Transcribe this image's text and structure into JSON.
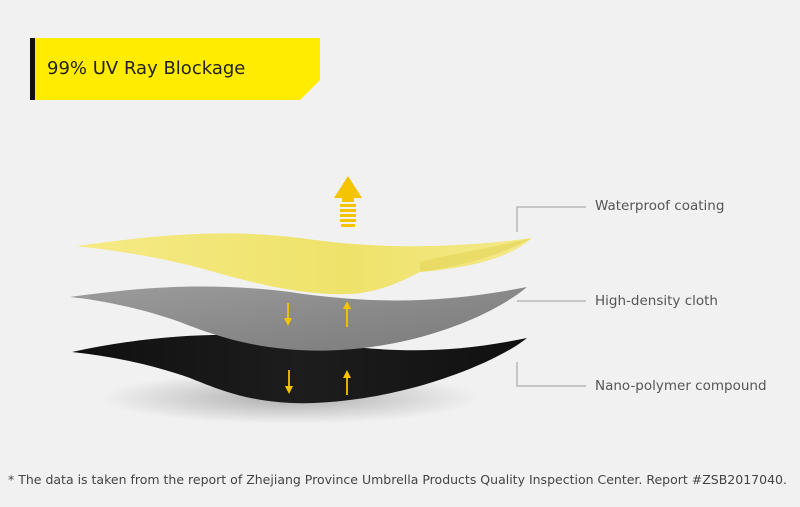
{
  "banner": {
    "title": "99% UV Ray Blockage",
    "accent_color": "#ffec00",
    "bar_color": "#111111"
  },
  "layers": [
    {
      "label": "Waterproof coating",
      "color": "#f1e56a"
    },
    {
      "label": "High-density cloth",
      "color": "#8a8a8a"
    },
    {
      "label": "Nano-polymer compound",
      "color": "#151515"
    }
  ],
  "arrows": {
    "large_arrow_color": "#f5c400",
    "small_arrow_color": "#f5c400",
    "icon": "arrow-up-icon"
  },
  "footnote": "* The data is taken from the report of Zhejiang Province Umbrella Products Quality Inspection Center. Report #ZSB2017040."
}
